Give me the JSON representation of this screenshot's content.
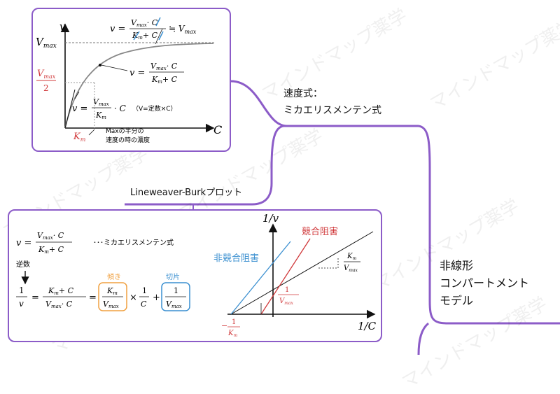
{
  "nodes": {
    "mm_label_1": "速度式：",
    "mm_label_2": "ミカエリスメンテン式",
    "lb_label": "Lineweaver-Burkプロット",
    "model_1": "非線形",
    "model_2": "コンパートメント",
    "model_3": "モデル"
  },
  "watermark": "マインドマップ薬学",
  "mm_card": {
    "v": "v",
    "vmax": "V",
    "vmax_sub": "max",
    "half_num": "V",
    "half_num_sub": "max",
    "half_den": "2",
    "axis_c": "C",
    "top_eq_lhs": "v =",
    "top_eq_num": "V",
    "top_eq_num_sub": "max",
    "top_eq_num_tail": "· C",
    "top_eq_den": "K",
    "top_eq_den_sub": "m",
    "top_eq_den_tail": "+ C",
    "top_eq_approx": "≒ V",
    "top_eq_approx_sub": "max",
    "mid_eq_lhs": "v =",
    "mid_eq_num": "V",
    "mid_eq_num_sub": "max",
    "mid_eq_num_tail": "· C",
    "mid_eq_den": "K",
    "mid_eq_den_sub": "m",
    "mid_eq_den_tail": "+ C",
    "low_eq_lhs": "v =",
    "low_eq_num": "V",
    "low_eq_num_sub": "max",
    "low_eq_den": "K",
    "low_eq_den_sub": "m",
    "low_eq_tail": "· C",
    "low_note": "（V=定数×C）",
    "km": "K",
    "km_sub": "m",
    "km_note_1": "Maxの半分の",
    "km_note_2": "速度の時の濃度"
  },
  "lb_card": {
    "eq1_lhs": "v =",
    "eq1_num": "V",
    "eq1_num_sub": "max",
    "eq1_num_tail": "· C",
    "eq1_den": "K",
    "eq1_den_sub": "m",
    "eq1_den_tail": "+ C",
    "eq1_note": "･･･ミカエリスメンテン式",
    "inverse": "逆数",
    "eq2_lhs_num": "1",
    "eq2_lhs_den": "v",
    "eq2_mid_num": "K",
    "eq2_mid_num_sub": "m",
    "eq2_mid_num_tail": "+ C",
    "eq2_mid_den": "V",
    "eq2_mid_den_sub": "max",
    "eq2_mid_den_tail": "· C",
    "slope_label": "傾き",
    "slope_num": "K",
    "slope_num_sub": "m",
    "slope_den": "V",
    "slope_den_sub": "max",
    "times": "×",
    "c_num": "1",
    "c_den": "C",
    "plus": "+",
    "intercept_label": "切片",
    "int_num": "1",
    "int_den": "V",
    "int_den_sub": "max",
    "axis_y": "1/v",
    "axis_x": "1/C",
    "competitive": "競合阻害",
    "noncompetitive": "非競合阻害",
    "graph_slope_num": "K",
    "graph_slope_num_sub": "m",
    "graph_slope_den": "V",
    "graph_slope_den_sub": "max",
    "y_int_num": "1",
    "y_int_den": "V",
    "y_int_den_sub": "max",
    "x_int_sign": "−",
    "x_int_num": "1",
    "x_int_den": "K",
    "x_int_den_sub": "m"
  },
  "colors": {
    "branch": "#8c5cc8",
    "red": "#d0383a",
    "blue": "#3a8fd0",
    "orange": "#f0a040",
    "curve": "#888888"
  }
}
